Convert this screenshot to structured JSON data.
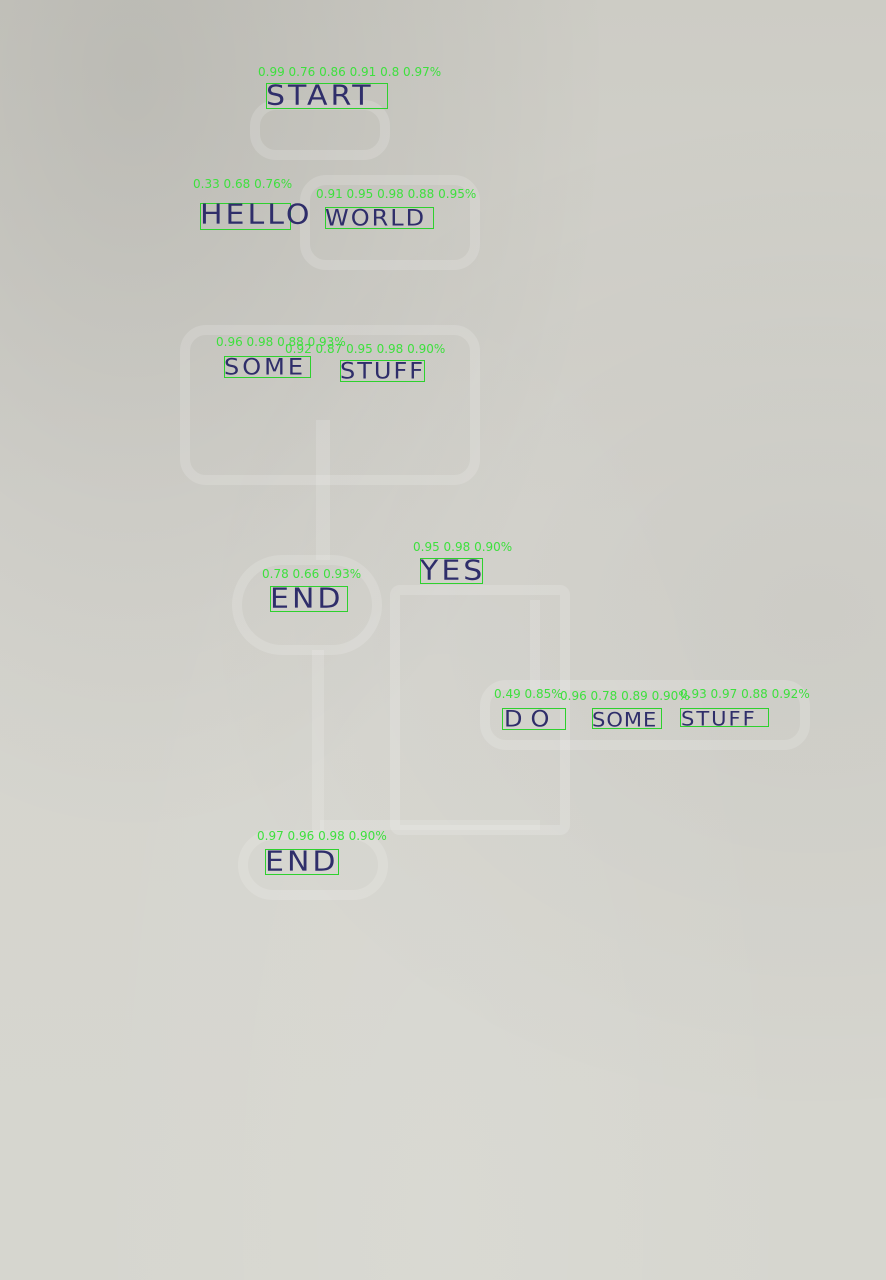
{
  "flowchart_words": {
    "start": "START",
    "hello": "HELLO",
    "world": "WORLD",
    "some_1": "SOME",
    "stuff_1": "STUFF",
    "yes": "YES",
    "end_1": "END",
    "do": "DO",
    "some_2": "SOME",
    "stuff_2": "STUFF",
    "end_2": "END"
  },
  "detection_labels": {
    "start": "0.99 0.76 0.86 0.91 0.8 0.97%",
    "hello": "0.33 0.68 0.76%",
    "world": "0.91 0.95 0.98 0.88 0.95%",
    "some_1": "0.96 0.98 0.88 0.93%",
    "stuff_1": "0.92 0.87 0.95 0.98 0.90%",
    "yes": "0.95 0.98 0.90%",
    "end_1": "0.78 0.66 0.93%",
    "do": "0.49 0.85%",
    "some_2": "0.96 0.78 0.89 0.90%",
    "stuff_2": "0.93 0.97 0.88 0.92%",
    "end_2": "0.97 0.96 0.98 0.90%"
  },
  "colors": {
    "paper": "#d4d4cd",
    "ink": "#2f2e6a",
    "detection_box": "#2ed12e"
  }
}
